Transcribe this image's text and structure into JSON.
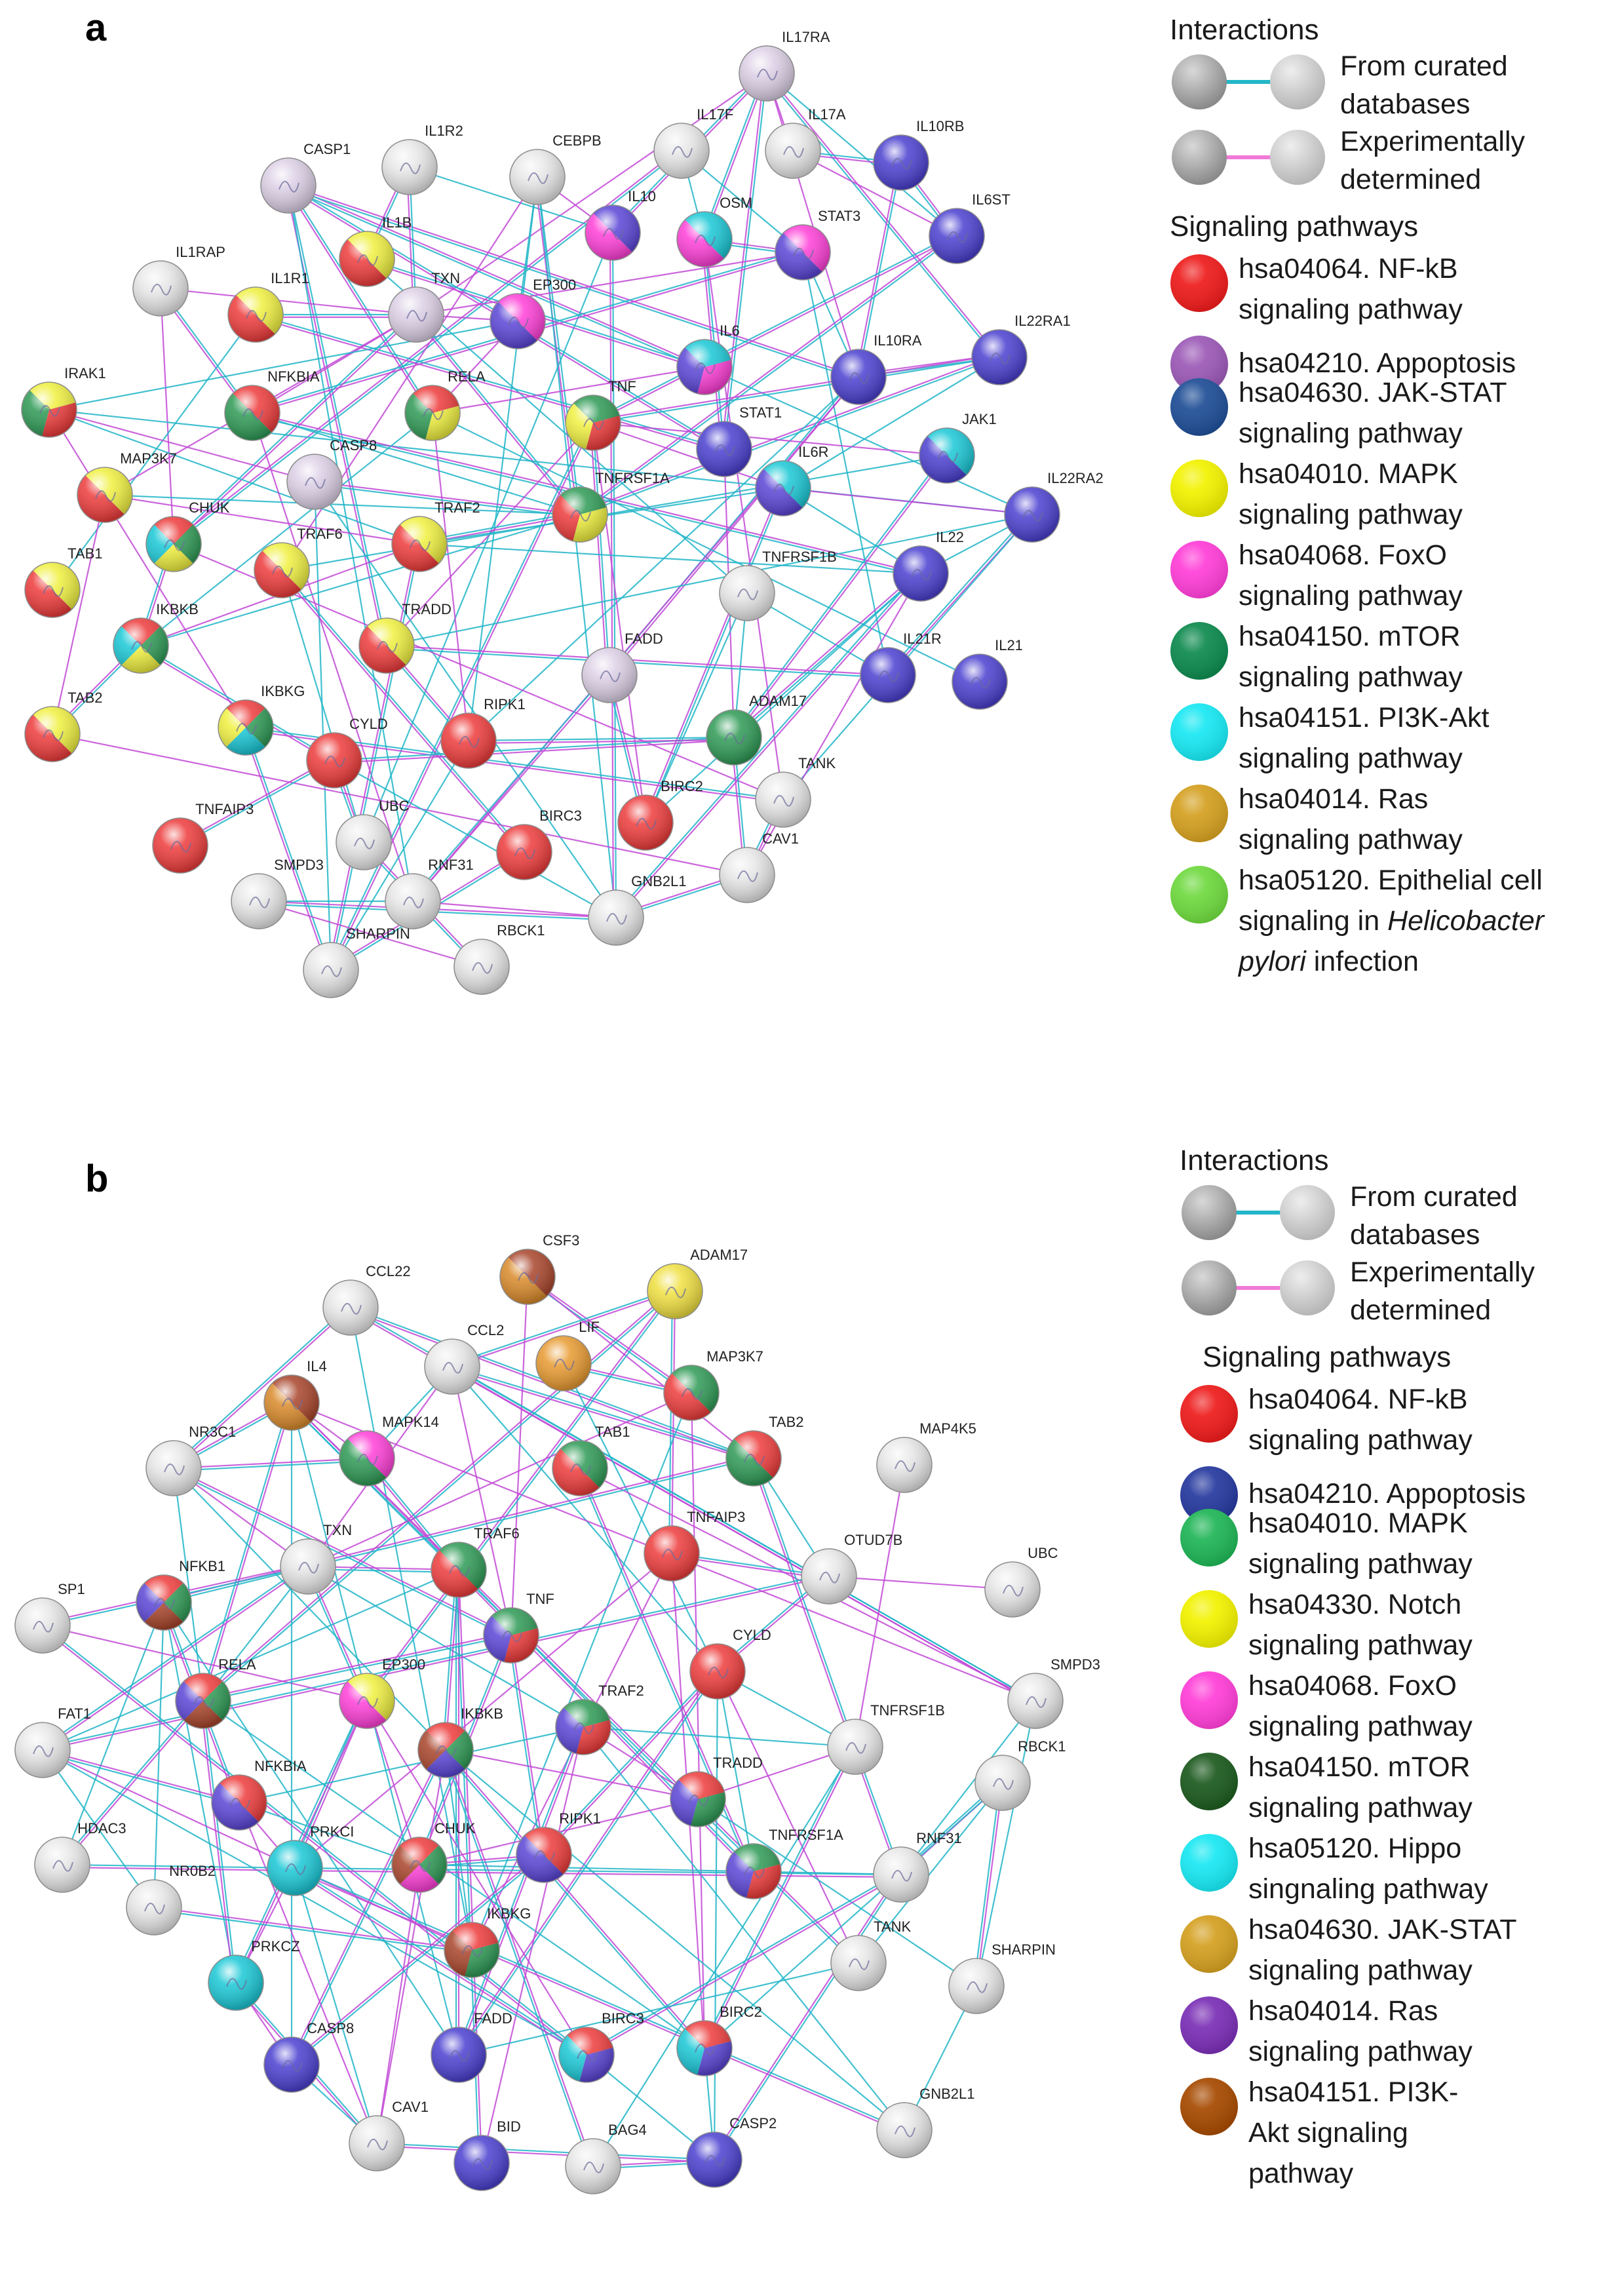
{
  "panels": [
    {
      "letter": "a",
      "legend": {
        "interactions_title": "Interactions",
        "interactions": [
          {
            "label_lines": [
              "From curated",
              "databases"
            ],
            "color": "#22b6c8"
          },
          {
            "label_lines": [
              "Experimentally",
              "determined"
            ],
            "color": "#f07ad8"
          }
        ],
        "pathways_title": "Signaling pathways",
        "pathways": [
          {
            "lines": [
              "hsa04064. NF-kB",
              "signaling pathway"
            ],
            "color": "#ee1c1c"
          },
          {
            "lines": [
              "hsa04210. Appoptosis"
            ],
            "color": "#9b59b6"
          },
          {
            "lines": [
              "hsa04630. JAK-STAT",
              "signaling pathway"
            ],
            "color": "#1f4e96"
          },
          {
            "lines": [
              "hsa04010. MAPK",
              "signaling pathway"
            ],
            "color": "#f2f200"
          },
          {
            "lines": [
              "hsa04068. FoxO",
              "signaling pathway"
            ],
            "color": "#ff3fd8"
          },
          {
            "lines": [
              "hsa04150. mTOR",
              "signaling pathway"
            ],
            "color": "#0e8a4f"
          },
          {
            "lines": [
              "hsa04151. PI3K-Akt",
              "signaling pathway"
            ],
            "color": "#19e8f2"
          },
          {
            "lines": [
              "hsa04014. Ras",
              "signaling pathway"
            ],
            "color": "#d4a021"
          },
          {
            "lines": [
              "hsa05120. Epithelial cell",
              "signaling in Helicobacter",
              "pylori infection"
            ],
            "color": "#6fd93f"
          }
        ]
      },
      "nodes": [
        {
          "name": "IL17RA",
          "colors": [
            "#dcd0e6"
          ]
        },
        {
          "name": "IL17F",
          "colors": [
            "#e8e8e8"
          ]
        },
        {
          "name": "IL17A",
          "colors": [
            "#e8e8e8"
          ]
        },
        {
          "name": "IL10RB",
          "colors": [
            "#4a3fd0"
          ]
        },
        {
          "name": "CASP1",
          "colors": [
            "#dcd0e6"
          ]
        },
        {
          "name": "IL1R2",
          "colors": [
            "#e8e8e8"
          ]
        },
        {
          "name": "CEBPB",
          "colors": [
            "#e8e8e8"
          ]
        },
        {
          "name": "IL10",
          "colors": [
            "#5a45d6",
            "#ff3fd8"
          ]
        },
        {
          "name": "OSM",
          "colors": [
            "#19c8d6",
            "#ff3fd8"
          ]
        },
        {
          "name": "STAT3",
          "colors": [
            "#ff3fd8",
            "#5a45d6"
          ]
        },
        {
          "name": "IL6ST",
          "colors": [
            "#4a3fd0"
          ]
        },
        {
          "name": "IL1B",
          "colors": [
            "#f0f040",
            "#ee3b3b"
          ]
        },
        {
          "name": "IL1RAP",
          "colors": [
            "#e8e8e8"
          ]
        },
        {
          "name": "IL1R1",
          "colors": [
            "#f0f040",
            "#ee3b3b"
          ]
        },
        {
          "name": "TXN",
          "colors": [
            "#dcd0e6"
          ]
        },
        {
          "name": "EP300",
          "colors": [
            "#ff3fd8",
            "#5a45d6"
          ]
        },
        {
          "name": "IL6",
          "colors": [
            "#19c8d6",
            "#ff3fd8",
            "#5a45d6"
          ]
        },
        {
          "name": "IL22RA1",
          "colors": [
            "#4a3fd0"
          ]
        },
        {
          "name": "IL10RA",
          "colors": [
            "#4a3fd0"
          ]
        },
        {
          "name": "IRAK1",
          "colors": [
            "#f0f040",
            "#ee3b3b",
            "#2e9a55"
          ]
        },
        {
          "name": "NFKBIA",
          "colors": [
            "#ee3b3b",
            "#2e9a55"
          ]
        },
        {
          "name": "RELA",
          "colors": [
            "#ee3b3b",
            "#f0f040",
            "#2e9a55"
          ]
        },
        {
          "name": "TNF",
          "colors": [
            "#2e9a55",
            "#ee3b3b",
            "#f0f040"
          ]
        },
        {
          "name": "STAT1",
          "colors": [
            "#4a3fd0"
          ]
        },
        {
          "name": "JAK1",
          "colors": [
            "#19c8d6",
            "#4a3fd0"
          ]
        },
        {
          "name": "CASP8",
          "colors": [
            "#dcd0e6"
          ]
        },
        {
          "name": "MAP3K7",
          "colors": [
            "#f0f040",
            "#ee3b3b"
          ]
        },
        {
          "name": "TNFRSF1A",
          "colors": [
            "#2e9a55",
            "#f0f040",
            "#ee3b3b"
          ]
        },
        {
          "name": "IL6R",
          "colors": [
            "#19c8d6",
            "#5a45d6"
          ]
        },
        {
          "name": "IL22RA2",
          "colors": [
            "#4a3fd0"
          ]
        },
        {
          "name": "CHUK",
          "colors": [
            "#ee3b3b",
            "#2e9a55",
            "#f0f040",
            "#19c8d6"
          ]
        },
        {
          "name": "TRAF6",
          "colors": [
            "#f0f040",
            "#ee3b3b"
          ]
        },
        {
          "name": "TRAF2",
          "colors": [
            "#f0f040",
            "#ee3b3b"
          ]
        },
        {
          "name": "TAB1",
          "colors": [
            "#f0f040",
            "#ee3b3b"
          ]
        },
        {
          "name": "TNFRSF1B",
          "colors": [
            "#e8e8e8"
          ]
        },
        {
          "name": "IL22",
          "colors": [
            "#4a3fd0"
          ]
        },
        {
          "name": "IKBKB",
          "colors": [
            "#ee3b3b",
            "#2e9a55",
            "#f0f040",
            "#19c8d6"
          ]
        },
        {
          "name": "TRADD",
          "colors": [
            "#f0f040",
            "#ee3b3b"
          ]
        },
        {
          "name": "FADD",
          "colors": [
            "#dcd0e6"
          ]
        },
        {
          "name": "IL21R",
          "colors": [
            "#4a3fd0"
          ]
        },
        {
          "name": "IL21",
          "colors": [
            "#4a3fd0"
          ]
        },
        {
          "name": "TAB2",
          "colors": [
            "#f0f040",
            "#ee3b3b"
          ]
        },
        {
          "name": "IKBKG",
          "colors": [
            "#ee3b3b",
            "#2e9a55",
            "#19c8d6",
            "#f0f040"
          ]
        },
        {
          "name": "CYLD",
          "colors": [
            "#ee3b3b"
          ]
        },
        {
          "name": "RIPK1",
          "colors": [
            "#ee3b3b"
          ]
        },
        {
          "name": "ADAM17",
          "colors": [
            "#2e9a55"
          ]
        },
        {
          "name": "TANK",
          "colors": [
            "#e8e8e8"
          ]
        },
        {
          "name": "BIRC2",
          "colors": [
            "#ee3b3b"
          ]
        },
        {
          "name": "TNFAIP3",
          "colors": [
            "#ee3b3b"
          ]
        },
        {
          "name": "UBC",
          "colors": [
            "#e8e8e8"
          ]
        },
        {
          "name": "BIRC3",
          "colors": [
            "#ee3b3b"
          ]
        },
        {
          "name": "CAV1",
          "colors": [
            "#e8e8e8"
          ]
        },
        {
          "name": "SMPD3",
          "colors": [
            "#e8e8e8"
          ]
        },
        {
          "name": "RNF31",
          "colors": [
            "#e8e8e8"
          ]
        },
        {
          "name": "GNB2L1",
          "colors": [
            "#e8e8e8"
          ]
        },
        {
          "name": "SHARPIN",
          "colors": [
            "#e8e8e8"
          ]
        },
        {
          "name": "RBCK1",
          "colors": [
            "#e8e8e8"
          ]
        }
      ]
    },
    {
      "letter": "b",
      "legend": {
        "interactions_title": "Interactions",
        "interactions": [
          {
            "label_lines": [
              "From curated",
              "databases"
            ],
            "color": "#22b6c8"
          },
          {
            "label_lines": [
              "Experimentally",
              "determined"
            ],
            "color": "#f07ad8"
          }
        ],
        "pathways_title": "Signaling pathways",
        "pathways": [
          {
            "lines": [
              "hsa04064. NF-kB",
              "signaling pathway"
            ],
            "color": "#ee1c1c"
          },
          {
            "lines": [
              "hsa04210. Appoptosis"
            ],
            "color": "#26399e"
          },
          {
            "lines": [
              "hsa04010. MAPK",
              "signaling pathway"
            ],
            "color": "#1fb556"
          },
          {
            "lines": [
              "hsa04330. Notch",
              "signaling pathway"
            ],
            "color": "#f2f200"
          },
          {
            "lines": [
              "hsa04068. FoxO",
              "signaling pathway"
            ],
            "color": "#ff3fd8"
          },
          {
            "lines": [
              "hsa04150. mTOR",
              "signaling pathway"
            ],
            "color": "#1d5a1f"
          },
          {
            "lines": [
              "hsa05120. Hippo",
              "singnaling pathway"
            ],
            "color": "#19e8f2"
          },
          {
            "lines": [
              "hsa04630. JAK-STAT",
              "signaling pathway"
            ],
            "color": "#d4a021"
          },
          {
            "lines": [
              "hsa04014. Ras",
              "signaling pathway"
            ],
            "color": "#7a2fb5"
          },
          {
            "lines": [
              "hsa04151. PI3K-",
              "Akt signaling",
              "pathway"
            ],
            "color": "#a64a00"
          }
        ]
      },
      "nodes": [
        {
          "name": "CSF3",
          "colors": [
            "#a8442a",
            "#d98a2a"
          ]
        },
        {
          "name": "CCL22",
          "colors": [
            "#e8e8e8"
          ]
        },
        {
          "name": "ADAM17",
          "colors": [
            "#f0e040"
          ]
        },
        {
          "name": "CCL2",
          "colors": [
            "#e8e8e8"
          ]
        },
        {
          "name": "LIF",
          "colors": [
            "#e89a30"
          ]
        },
        {
          "name": "IL4",
          "colors": [
            "#a8442a",
            "#d98a2a"
          ]
        },
        {
          "name": "MAP3K7",
          "colors": [
            "#2e9a55",
            "#ee3b3b"
          ]
        },
        {
          "name": "NR3C1",
          "colors": [
            "#e8e8e8"
          ]
        },
        {
          "name": "MAPK14",
          "colors": [
            "#ff3fd8",
            "#2e9a55"
          ]
        },
        {
          "name": "TAB1",
          "colors": [
            "#2e9a55",
            "#ee3b3b"
          ]
        },
        {
          "name": "TAB2",
          "colors": [
            "#ee3b3b",
            "#2e9a55"
          ]
        },
        {
          "name": "MAP4K5",
          "colors": [
            "#e8e8e8"
          ]
        },
        {
          "name": "TNFAIP3",
          "colors": [
            "#ee3b3b"
          ]
        },
        {
          "name": "TXN",
          "colors": [
            "#e8e8e8"
          ]
        },
        {
          "name": "TRAF6",
          "colors": [
            "#2e9a55",
            "#ee3b3b"
          ]
        },
        {
          "name": "OTUD7B",
          "colors": [
            "#e8e8e8"
          ]
        },
        {
          "name": "UBC",
          "colors": [
            "#e8e8e8"
          ]
        },
        {
          "name": "NFKB1",
          "colors": [
            "#ee3b3b",
            "#2e9a55",
            "#a8442a",
            "#5a45d6"
          ]
        },
        {
          "name": "SP1",
          "colors": [
            "#e8e8e8"
          ]
        },
        {
          "name": "TNF",
          "colors": [
            "#2e9a55",
            "#ee3b3b",
            "#5a45d6"
          ]
        },
        {
          "name": "CYLD",
          "colors": [
            "#ee3b3b"
          ]
        },
        {
          "name": "RELA",
          "colors": [
            "#ee3b3b",
            "#2e9a55",
            "#a8442a",
            "#5a45d6"
          ]
        },
        {
          "name": "EP300",
          "colors": [
            "#f0f040",
            "#ff3fd8"
          ]
        },
        {
          "name": "SMPD3",
          "colors": [
            "#e8e8e8"
          ]
        },
        {
          "name": "TRAF2",
          "colors": [
            "#2e9a55",
            "#ee3b3b",
            "#5a45d6"
          ]
        },
        {
          "name": "IKBKB",
          "colors": [
            "#ee3b3b",
            "#2e9a55",
            "#5a45d6",
            "#a8442a"
          ]
        },
        {
          "name": "TNFRSF1B",
          "colors": [
            "#e8e8e8"
          ]
        },
        {
          "name": "FAT1",
          "colors": [
            "#e8e8e8"
          ]
        },
        {
          "name": "RBCK1",
          "colors": [
            "#e8e8e8"
          ]
        },
        {
          "name": "TRADD",
          "colors": [
            "#ee3b3b",
            "#2e9a55",
            "#5a45d6"
          ]
        },
        {
          "name": "NFKBIA",
          "colors": [
            "#ee3b3b",
            "#5a45d6"
          ]
        },
        {
          "name": "HDAC3",
          "colors": [
            "#e8e8e8"
          ]
        },
        {
          "name": "PRKCI",
          "colors": [
            "#19c8d6"
          ]
        },
        {
          "name": "CHUK",
          "colors": [
            "#ee3b3b",
            "#2e9a55",
            "#ff3fd8",
            "#a8442a"
          ]
        },
        {
          "name": "RIPK1",
          "colors": [
            "#ee3b3b",
            "#5a45d6"
          ]
        },
        {
          "name": "TNFRSF1A",
          "colors": [
            "#2e9a55",
            "#ee3b3b",
            "#5a45d6"
          ]
        },
        {
          "name": "RNF31",
          "colors": [
            "#e8e8e8"
          ]
        },
        {
          "name": "NR0B2",
          "colors": [
            "#e8e8e8"
          ]
        },
        {
          "name": "IKBKG",
          "colors": [
            "#ee3b3b",
            "#2e9a55",
            "#a8442a"
          ]
        },
        {
          "name": "TANK",
          "colors": [
            "#e8e8e8"
          ]
        },
        {
          "name": "PRKCZ",
          "colors": [
            "#19c8d6"
          ]
        },
        {
          "name": "SHARPIN",
          "colors": [
            "#e8e8e8"
          ]
        },
        {
          "name": "CASP8",
          "colors": [
            "#4a3fd0"
          ]
        },
        {
          "name": "FADD",
          "colors": [
            "#4a3fd0"
          ]
        },
        {
          "name": "BIRC3",
          "colors": [
            "#ee3b3b",
            "#5a45d6",
            "#19c8d6"
          ]
        },
        {
          "name": "BIRC2",
          "colors": [
            "#ee3b3b",
            "#5a45d6",
            "#19c8d6"
          ]
        },
        {
          "name": "GNB2L1",
          "colors": [
            "#e8e8e8"
          ]
        },
        {
          "name": "CAV1",
          "colors": [
            "#e8e8e8"
          ]
        },
        {
          "name": "BID",
          "colors": [
            "#4a3fd0"
          ]
        },
        {
          "name": "BAG4",
          "colors": [
            "#e8e8e8"
          ]
        },
        {
          "name": "CASP2",
          "colors": [
            "#4a3fd0"
          ]
        }
      ]
    }
  ]
}
